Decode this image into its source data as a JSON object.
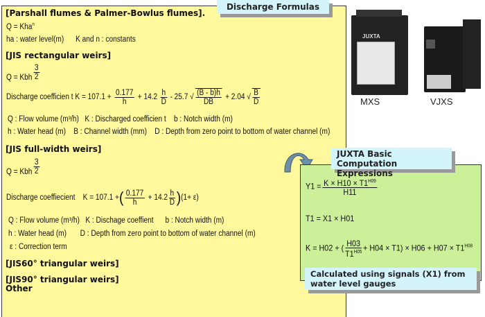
{
  "discharge": {
    "title": "Discharge Formulas",
    "parshall": {
      "heading": "[Parshall flumes & Palmer-Bowlus flumes].",
      "formula": "Q = Kha",
      "exp": "n",
      "legend1": "ha : water level(m)",
      "legend2": "K and n : constants"
    },
    "rect": {
      "heading": "[JIS rectangular weirs]",
      "formula": "Q = Kbh",
      "exp_num": "3",
      "exp_den": "2",
      "coef_label": "Discharge coefficien t  K = 107.1 +",
      "frac1_num": "0.177",
      "frac1_den": "h",
      "term2": "+ 14.2",
      "frac2_num": "h",
      "frac2_den": "D",
      "term3": "- 25.7",
      "sqrt1_num": "(B - b)h",
      "sqrt1_den": "DB",
      "term4": "+ 2.04",
      "sqrt2_num": "B",
      "sqrt2_den": "D",
      "legend1": "Q : Flow volume (m³/h)",
      "legend2": "K : Discharged coefficien t",
      "legend3": "b : Notch width (m)",
      "legend4": "h : Water head (m)",
      "legend5": "B : Channel width (mm)",
      "legend6": "D : Depth from zero point to  bottom  of water channel (m)"
    },
    "full": {
      "heading": "[JIS full-width weirs]",
      "formula": "Q = Kbh",
      "exp_num": "3",
      "exp_den": "2",
      "coef_label": "Discharge coeffiecient",
      "k_prefix": "K = 107.1 +",
      "frac1_num": "0.177",
      "frac1_den": "h",
      "term2": "+ 14.2",
      "frac2_num": "h",
      "frac2_den": "D",
      "term3": "(1+ ε)",
      "legend1": "Q : Flow volume (m³/h)",
      "legend2": "K : Dischage coeffient",
      "legend3": "b : Notch width (m)",
      "legend4": "h : Water head (m)",
      "legend5": "D : Depth from zero point to bottom of water channel (m)",
      "legend6": "ε : Correction term"
    },
    "tri60": "[JIS60°   triangular weirs]",
    "tri90": "[JIS90°  triangular weirs]",
    "other": "Other"
  },
  "products": {
    "mxs": "MXS",
    "vjxs": "VJXS",
    "brand": "JUXTA"
  },
  "juxta": {
    "title": "JUXTA Basic Computation Expressions",
    "y1_prefix": "Y1 =",
    "y1_num": "K × H10 × T1",
    "y1_num_exp": "H09",
    "y1_den": "H11",
    "t1": "T1 = X1 × H01",
    "k_prefix": "K = H02 + (",
    "k_num": "H03",
    "k_den": "T1",
    "k_den_exp": "H05",
    "k_rest": "+ H04 × T1) × H06 + H07 × T1",
    "k_exp": "H08",
    "note": "Calculated using signals (X1) from water level gauges"
  },
  "colors": {
    "yellow": "#fff89c",
    "green": "#ccef99",
    "tab": "#d4f4fb",
    "arrow": "#6f8fa8"
  }
}
